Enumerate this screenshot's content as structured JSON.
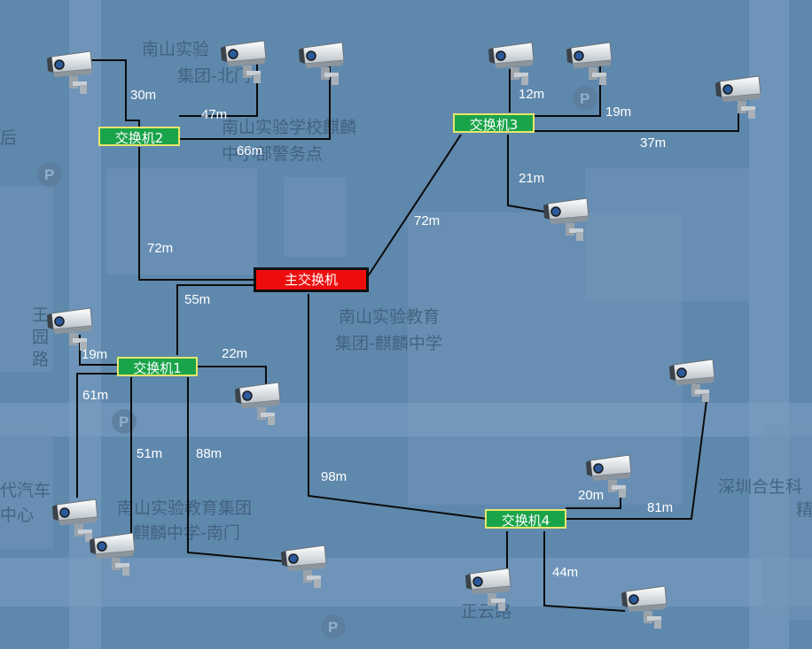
{
  "map_labels": {
    "l1": "南山实验",
    "l2": "集团-北门",
    "l3": "南山实验学校麒麟",
    "l4": "中小部警务点",
    "l5": "南山实验教育",
    "l6": "集团-麒麟中学",
    "l7": "南山实验教育集团",
    "l8": "麒麟中学-南门",
    "l9": "正云路",
    "l10": "深圳合生科",
    "l11": "王",
    "l12": "园",
    "l13": "路",
    "l14": "代汽车",
    "l15": "中心",
    "l16": "后",
    "l17": "精"
  },
  "switches": {
    "main": "主交换机",
    "s1": "交换机1",
    "s2": "交换机2",
    "s3": "交换机3",
    "s4": "交换机4"
  },
  "distances": {
    "d_s2_cam1": "30m",
    "d_s2_cam2": "47m",
    "d_s2_cam3": "66m",
    "d_s2_main": "72m",
    "d_s3_main": "72m",
    "d_s3_cam1": "12m",
    "d_s3_cam2": "19m",
    "d_s3_cam3": "37m",
    "d_s3_cam4": "21m",
    "d_s1_main": "55m",
    "d_s1_cam1": "19m",
    "d_s1_cam2": "22m",
    "d_s1_cam3": "61m",
    "d_s1_cam4": "51m",
    "d_s1_cam5": "88m",
    "d_s4_main": "98m",
    "d_s4_cam1": "20m",
    "d_s4_cam2": "81m",
    "d_s4_cam3": "44m"
  },
  "icons": {
    "camera": "cctv-camera-icon",
    "parking": "parking-icon",
    "parking_letter": "P"
  },
  "colors": {
    "map_background": "#5f88ad",
    "sub_switch": "#1aa44a",
    "main_switch": "#ee0d0d",
    "wire": "#0b0b0b",
    "distance_text": "#ffffff"
  }
}
